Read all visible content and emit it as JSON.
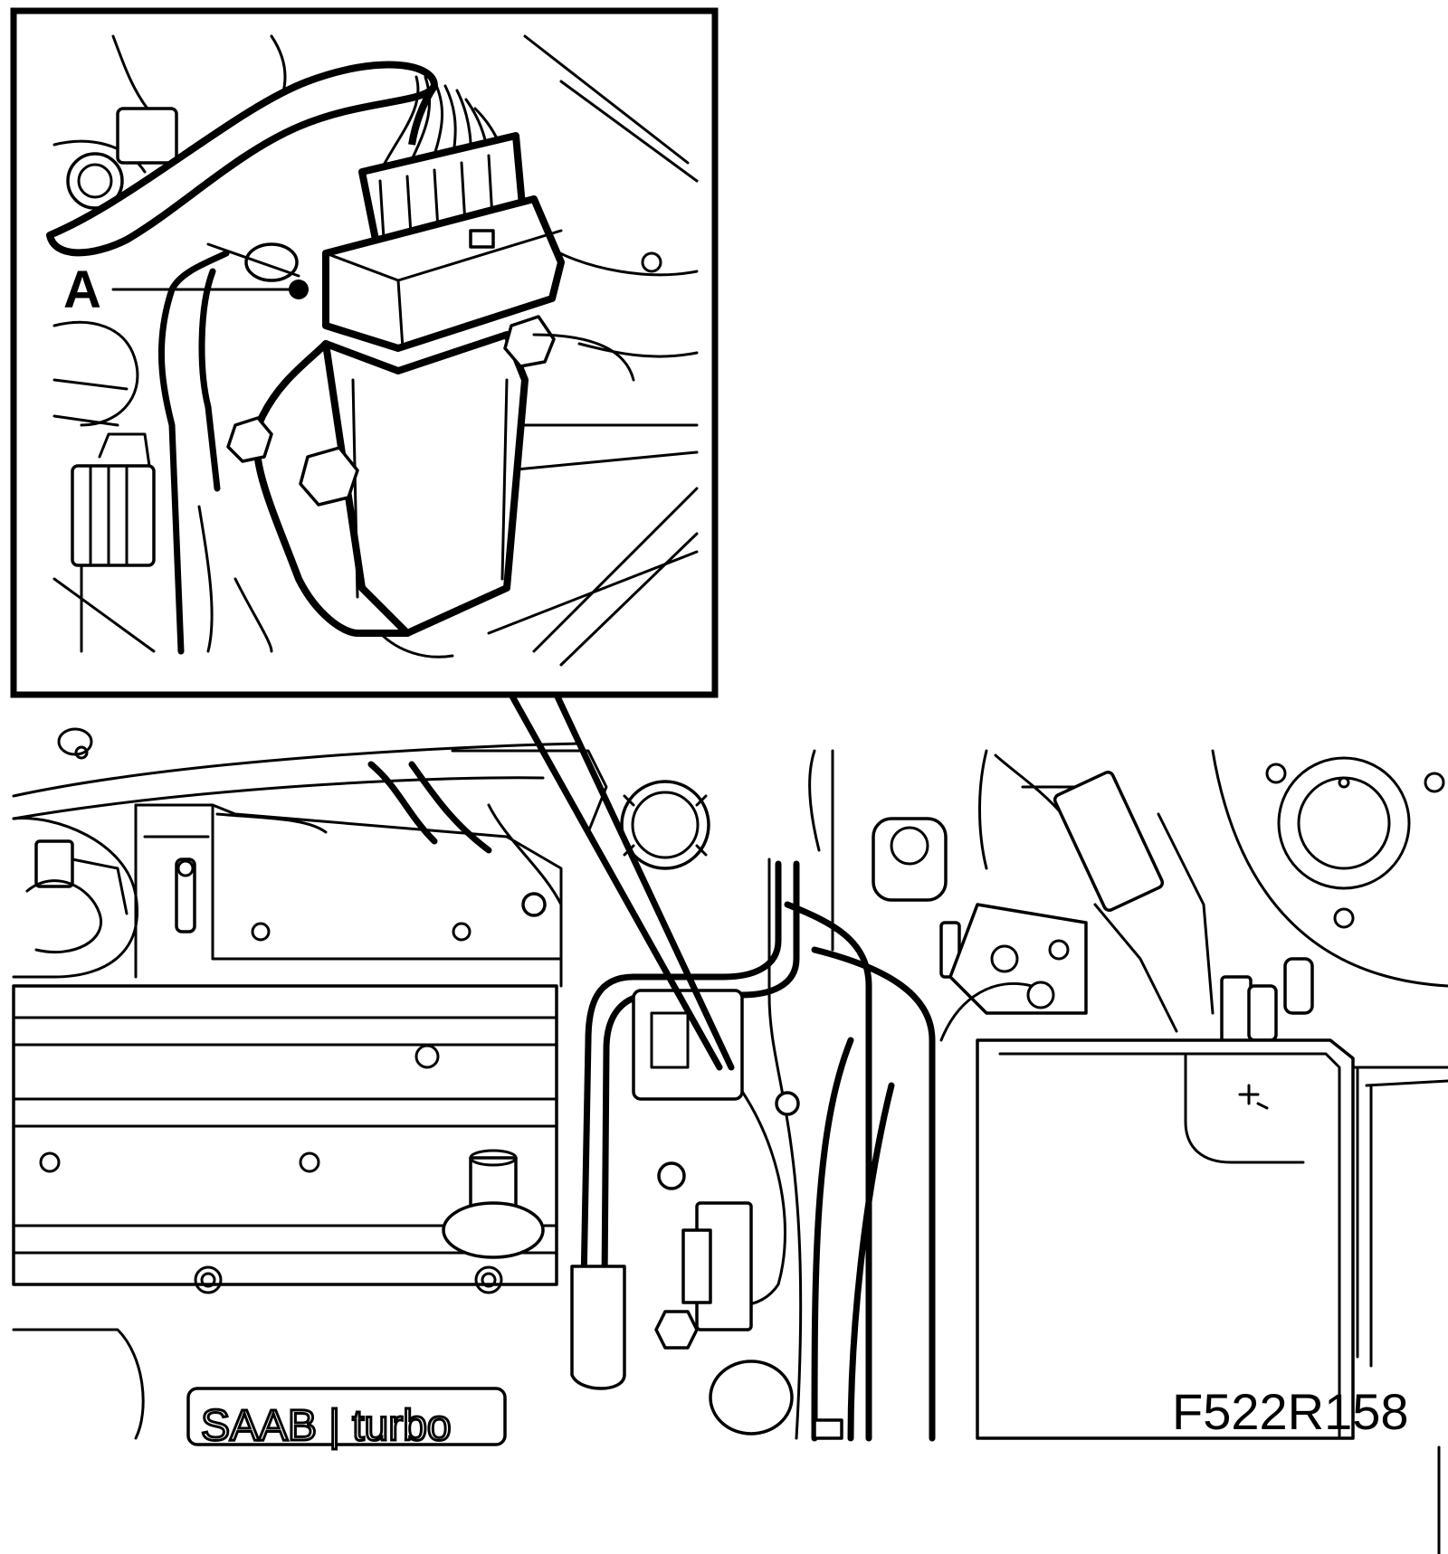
{
  "figure": {
    "callout_label": "A",
    "figure_code": "F522R158",
    "logo_text": "SAAB | turbo"
  },
  "colors": {
    "line": "#000000",
    "background": "#ffffff"
  }
}
